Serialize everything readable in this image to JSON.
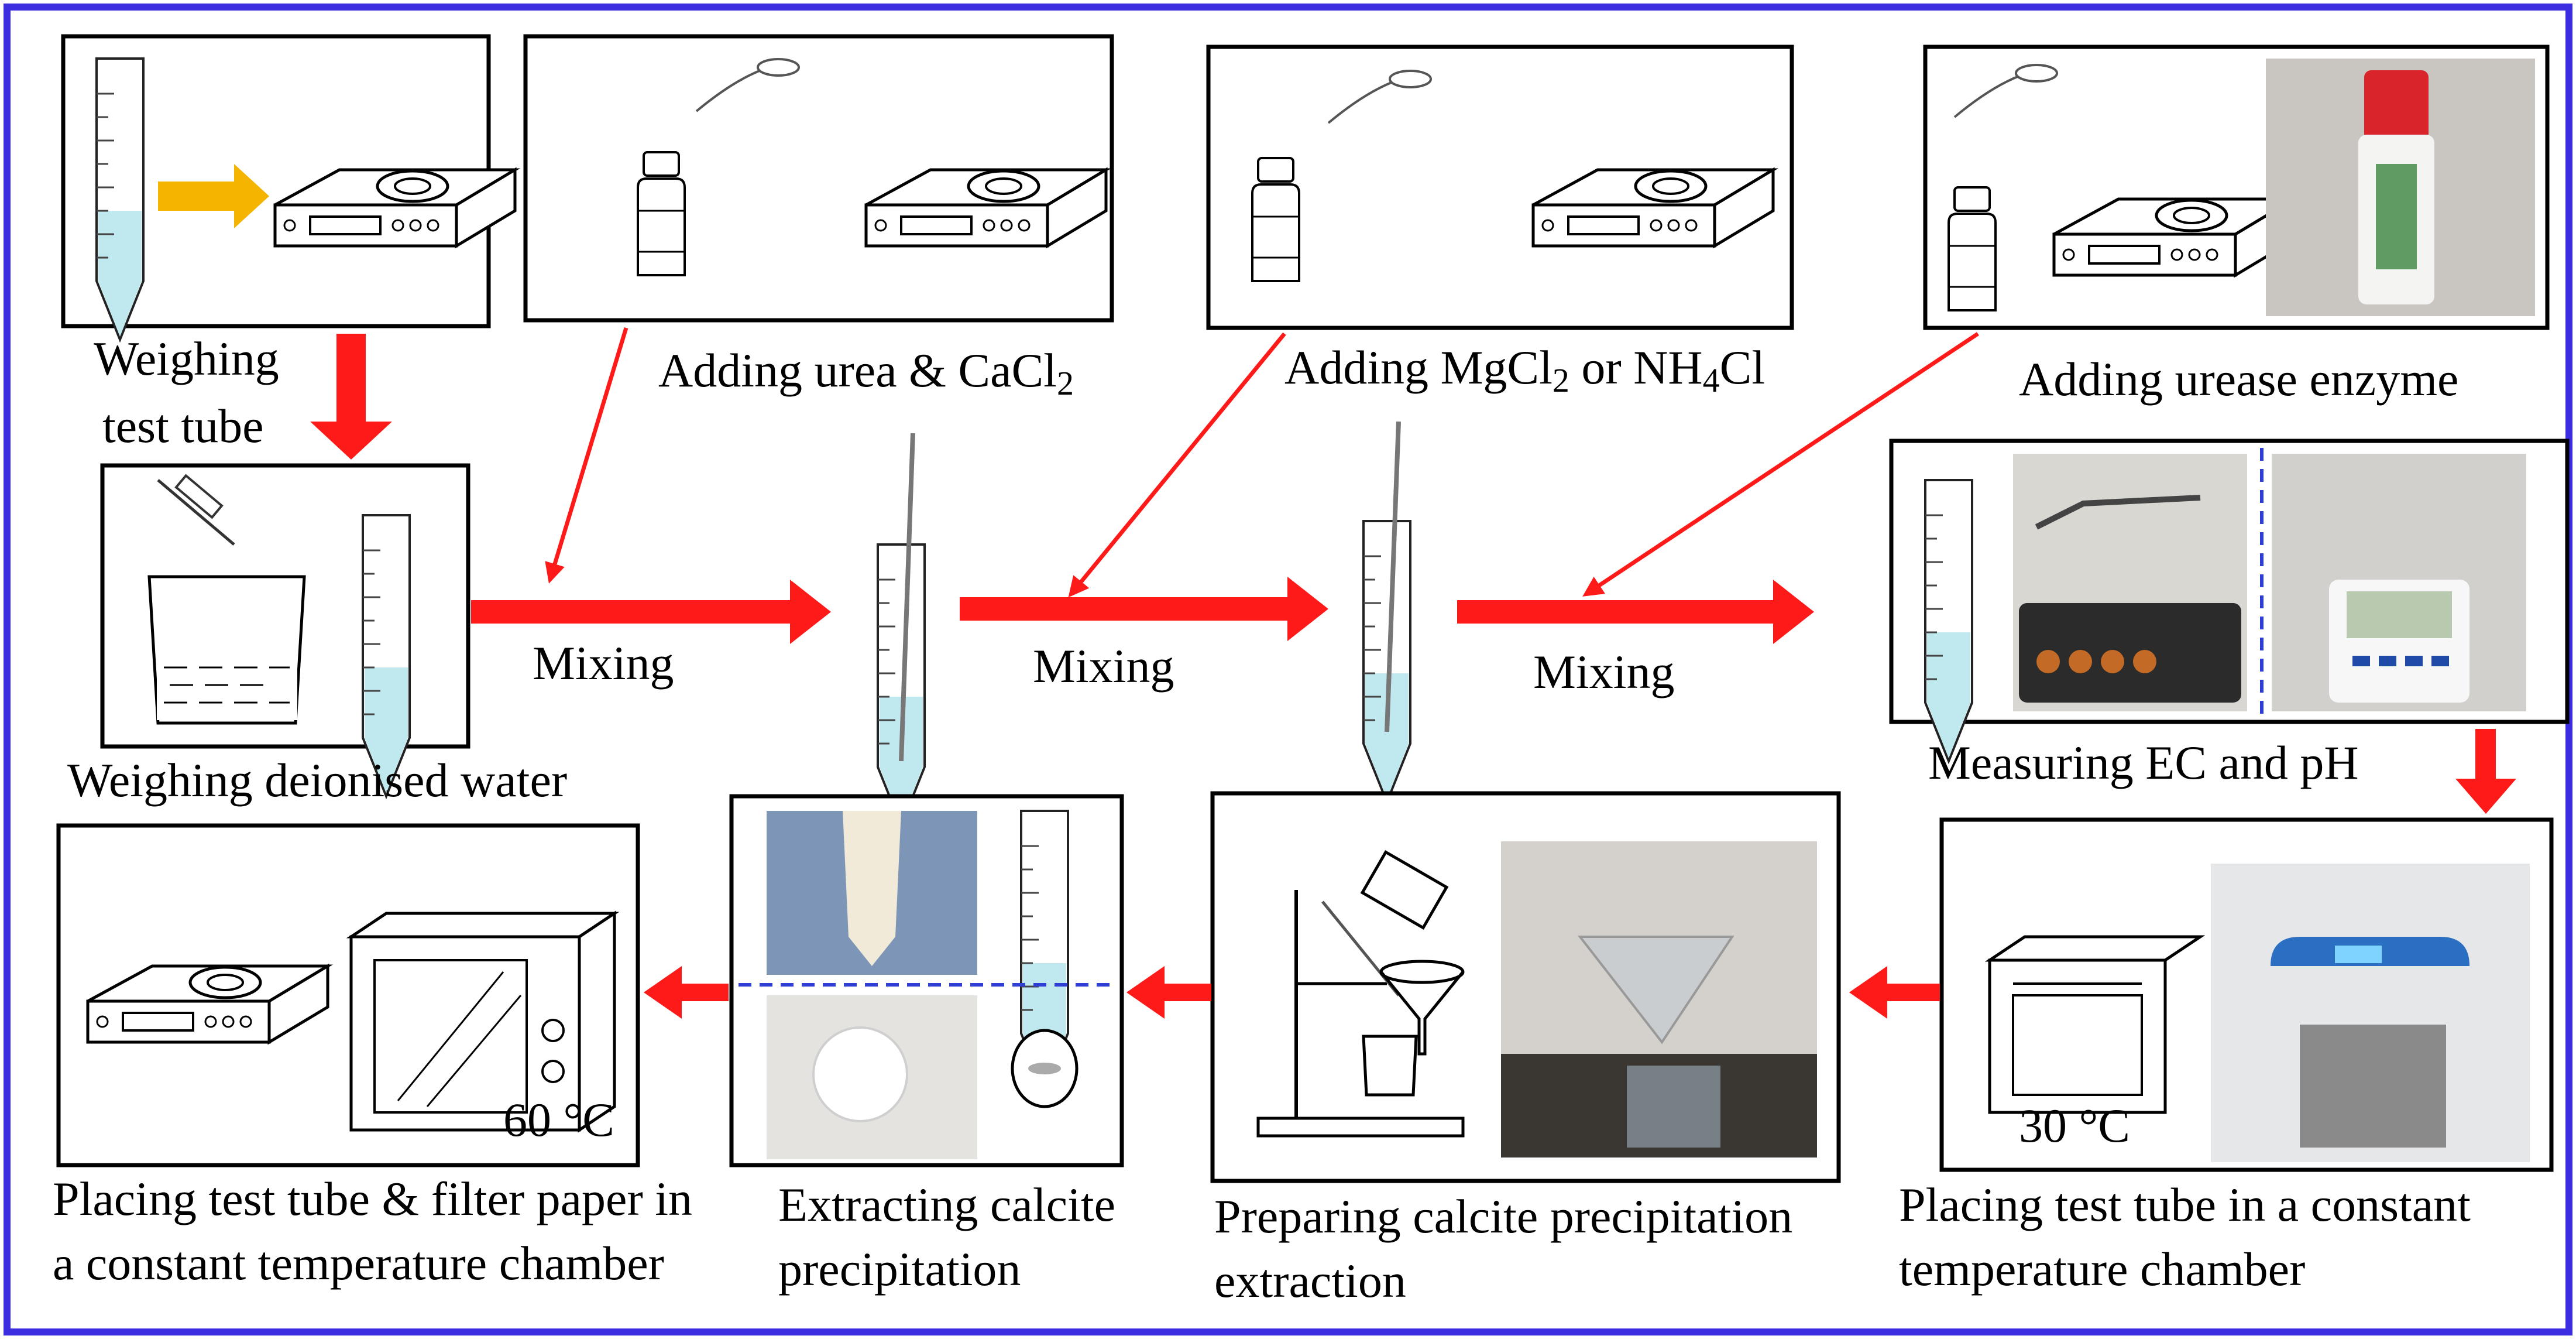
{
  "frame_color": "#3c2ee0",
  "arrow_color": "#ff1a1a",
  "accent_arrow_color": "#f5b400",
  "divider_color": "#2f3fd6",
  "steps": {
    "weigh_tube": {
      "line1": "Weighing",
      "line2": "test tube"
    },
    "urea": {
      "text": "Adding urea & CaCl",
      "sub": "2"
    },
    "mgcl": {
      "text": "Adding MgCl",
      "sub": "2",
      "tail": " or NH",
      "sub2": "4",
      "tail2": "Cl"
    },
    "enzyme": {
      "text": "Adding urease enzyme"
    },
    "water": {
      "text": "Weighing deionised water"
    },
    "mix1": {
      "text": "Mixing"
    },
    "mix2": {
      "text": "Mixing"
    },
    "mix3": {
      "text": "Mixing"
    },
    "measure": {
      "text": "Measuring EC and pH"
    },
    "incubate": {
      "line1": "Placing test tube in a constant",
      "line2": "temperature chamber",
      "temp": "30 °C"
    },
    "prep": {
      "line1": "Preparing calcite precipitation",
      "line2": "extraction"
    },
    "extract": {
      "line1": "Extracting calcite",
      "line2": "precipitation"
    },
    "dry": {
      "line1": "Placing test tube & filter paper in",
      "line2": "a constant temperature chamber",
      "temp": "60 °C"
    }
  },
  "icons": [
    "test-tube-icon",
    "balance-icon",
    "spoon-icon",
    "bottle-icon",
    "syringe-icon",
    "beaker-icon",
    "oven-icon",
    "retort-stand-icon",
    "funnel-icon",
    "meter-photo",
    "incubator-photo",
    "urease-bottle-photo"
  ]
}
